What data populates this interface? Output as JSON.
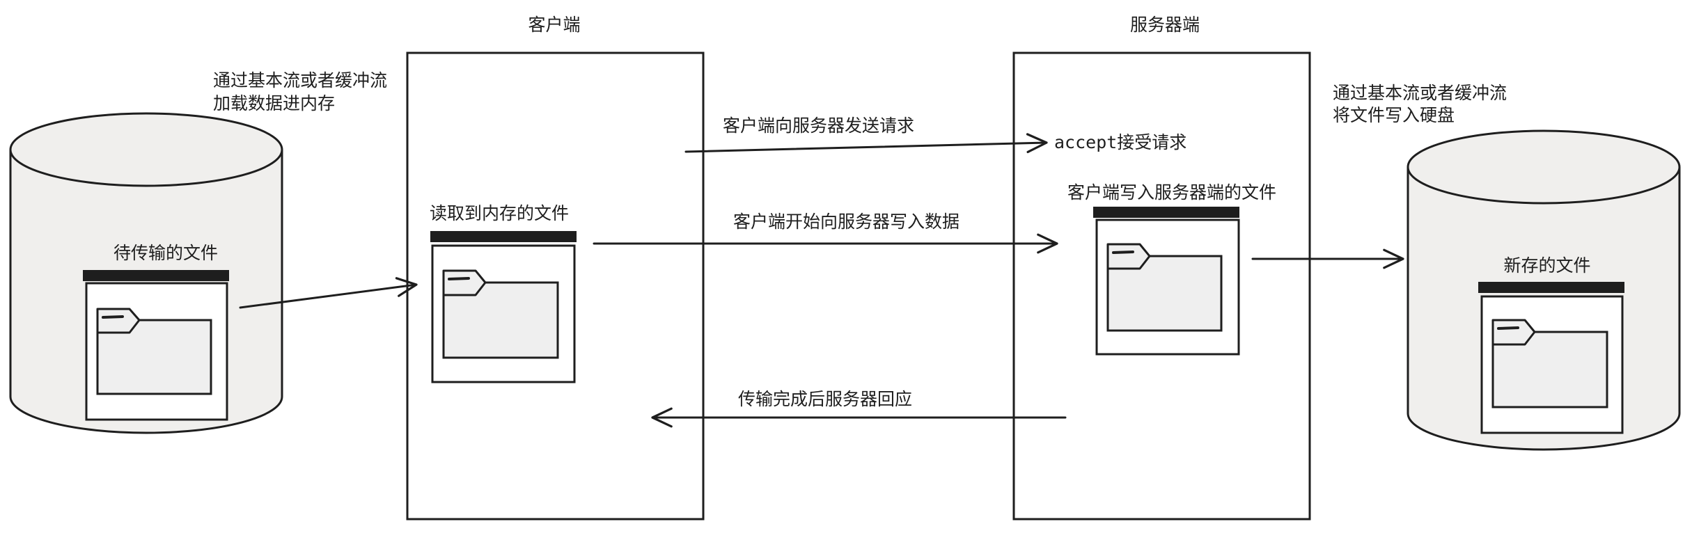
{
  "client": {
    "title": "客户端",
    "file_label": "读取到内存的文件"
  },
  "server": {
    "title": "服务器端",
    "accept_label": "accept接受请求",
    "file_label": "客户端写入服务器端的文件"
  },
  "source_disk": {
    "note_line1": "通过基本流或者缓冲流",
    "note_line2": "加载数据进内存",
    "file_label": "待传输的文件"
  },
  "target_disk": {
    "note_line1": "通过基本流或者缓冲流",
    "note_line2": "将文件写入硬盘",
    "file_label": "新存的文件"
  },
  "arrows": {
    "request": "客户端向服务器发送请求",
    "write_data": "客户端开始向服务器写入数据",
    "response": "传输完成后服务器回应"
  },
  "colors": {
    "stroke": "#1e1e1e",
    "disk_fill": "#f0efed",
    "panel_fill": "#ffffff",
    "window_fill": "#efefef"
  }
}
